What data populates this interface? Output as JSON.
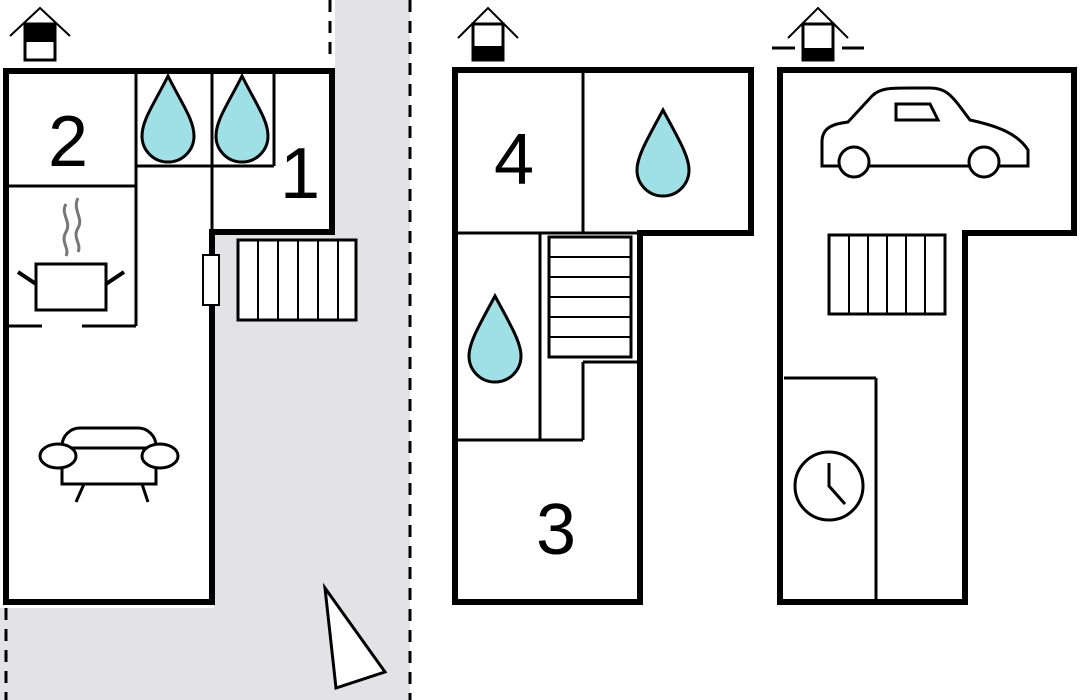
{
  "floor_plan": {
    "room_numbers": [
      "1",
      "2",
      "3",
      "4"
    ],
    "level_icons": [
      "floor-ground-icon",
      "floor-upper-icon",
      "floor-basement-icon"
    ],
    "symbols": [
      "water-drop-icon",
      "cooking-pot-icon",
      "sofa-icon",
      "staircase-icon",
      "car-icon",
      "clock-icon",
      "north-arrow-icon"
    ],
    "colors": {
      "walls": "#000000",
      "water": "#9ee0e6",
      "outside": "#e3e3e6",
      "background": "#ffffff"
    }
  }
}
